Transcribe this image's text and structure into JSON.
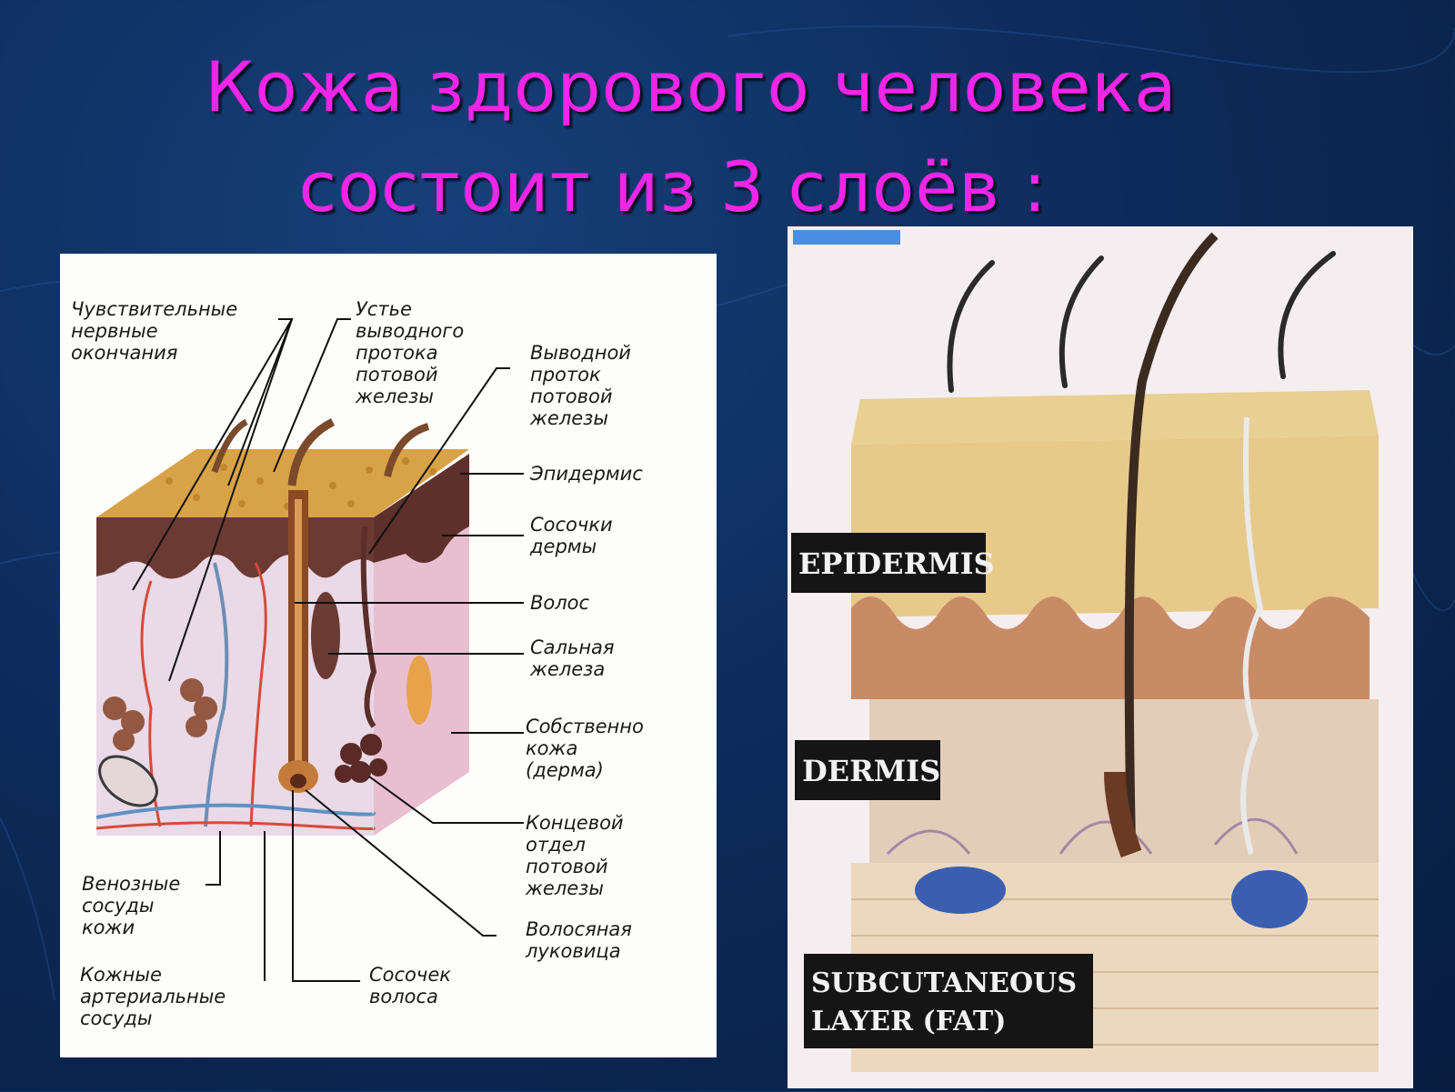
{
  "slide": {
    "title_line1": "Кожа здорового человека",
    "title_line2": "состоит из 3 слоёв :",
    "title_color": "#f025e8",
    "background_color": "#0d2c5c"
  },
  "left_diagram": {
    "labels": {
      "nerve_endings": [
        "Чувствительные",
        "нервные",
        "окончания"
      ],
      "duct_mouth": [
        "Устье",
        "выводного",
        "протока",
        "потовой",
        "железы"
      ],
      "sweat_duct": [
        "Выводной",
        "проток",
        "потовой",
        "железы"
      ],
      "epidermis": [
        "Эпидермис"
      ],
      "dermal_papillae": [
        "Сосочки",
        "дермы"
      ],
      "hair": [
        "Волос"
      ],
      "sebaceous_gland": [
        "Сальная",
        "железа"
      ],
      "dermis": [
        "Собственно",
        "кожа",
        "(дерма)"
      ],
      "sweat_gland_end": [
        "Концевой",
        "отдел",
        "потовой",
        "железы"
      ],
      "hair_bulb": [
        "Волосяная",
        "луковица"
      ],
      "venous_vessels": [
        "Венозные",
        "сосуды",
        "кожи"
      ],
      "arterial_vessels": [
        "Кожные",
        "артериальные",
        "сосуды"
      ],
      "hair_papilla": [
        "Сосочек",
        "волоса"
      ]
    }
  },
  "right_diagram": {
    "labels": {
      "epidermis": [
        "EPIDERMIS"
      ],
      "dermis": [
        "DERMIS"
      ],
      "subcutaneous": [
        "SUBCUTANEOUS",
        "LAYER (FAT)"
      ]
    }
  }
}
